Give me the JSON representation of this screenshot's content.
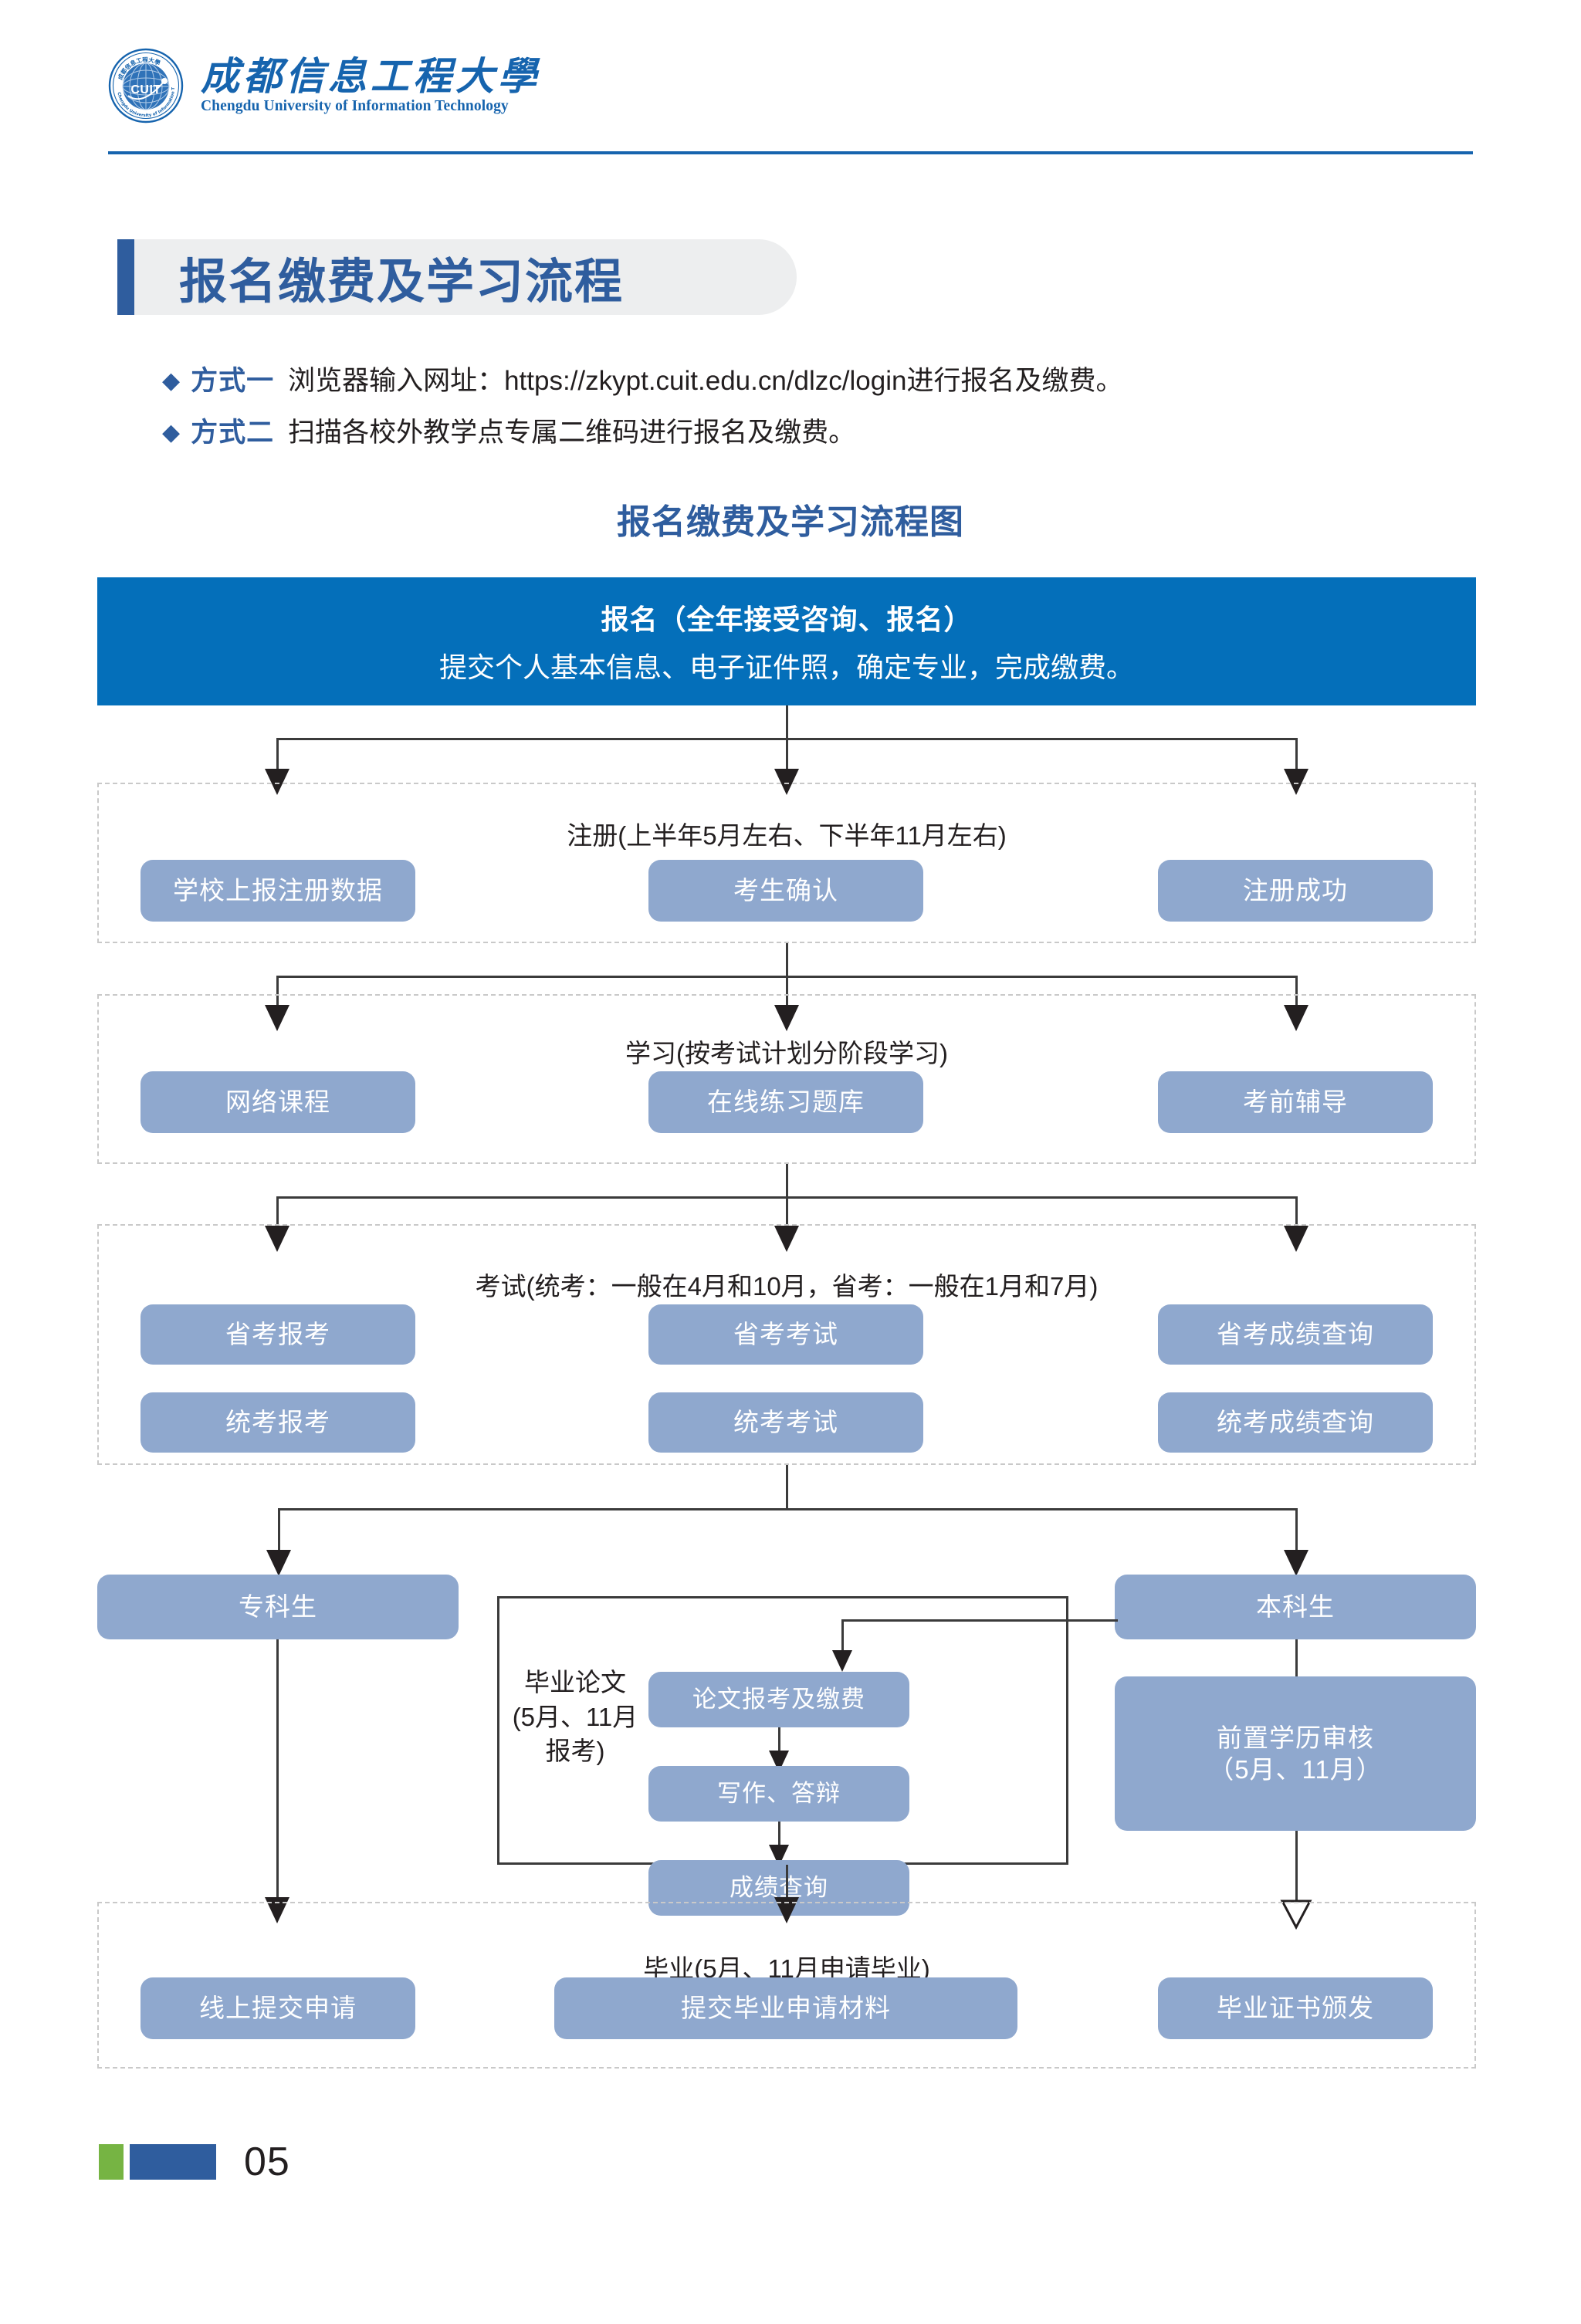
{
  "header": {
    "university_name_cn": "成都信息工程大學",
    "university_name_en": "Chengdu University of Information Technology",
    "seal_abbr": "CUIT"
  },
  "section": {
    "title": "报名缴费及学习流程"
  },
  "methods": [
    {
      "bullet": "diamond-icon",
      "label": "方式一",
      "text": "浏览器输入网址：https://zkypt.cuit.edu.cn/dlzc/login进行报名及缴费。"
    },
    {
      "bullet": "diamond-icon",
      "label": "方式二",
      "text": "扫描各校外教学点专属二维码进行报名及缴费。"
    }
  ],
  "flowchart": {
    "title": "报名缴费及学习流程图",
    "banner": {
      "line1": "报名（全年接受咨询、报名）",
      "line2": "提交个人基本信息、电子证件照，确定专业，完成缴费。"
    },
    "stages": [
      {
        "id": "register",
        "label": "注册(上半年5月左右、下半年11月左右)",
        "nodes": [
          "学校上报注册数据",
          "考生确认",
          "注册成功"
        ]
      },
      {
        "id": "study",
        "label": "学习(按考试计划分阶段学习)",
        "nodes": [
          "网络课程",
          "在线练习题库",
          "考前辅导"
        ]
      },
      {
        "id": "exam",
        "label": "考试(统考：一般在4月和10月，省考：一般在1月和7月)",
        "nodes_row1": [
          "省考报考",
          "省考考试",
          "省考成绩查询"
        ],
        "nodes_row2": [
          "统考报考",
          "统考考试",
          "统考成绩查询"
        ]
      },
      {
        "id": "graduate",
        "label": "毕业(5月、11月申请毕业)",
        "nodes": [
          "线上提交申请",
          "提交毕业申请材料",
          "毕业证书颁发"
        ]
      }
    ],
    "branch": {
      "left_node": "专科生",
      "right_node": "本科生",
      "right_sub_node": "前置学历审核\n（5月、11月）",
      "right_sub_node_line1": "前置学历审核",
      "right_sub_node_line2": "（5月、11月）",
      "thesis_label_line1": "毕业论文",
      "thesis_label_line2": "(5月、11月",
      "thesis_label_line3": "报考)",
      "thesis_nodes": [
        "论文报考及缴费",
        "写作、答辩",
        "成绩查询"
      ]
    }
  },
  "footer": {
    "page_number": "05"
  },
  "colors": {
    "brand_blue": "#1664ae",
    "accent_blue": "#2f5d9e",
    "banner_blue": "#046fba",
    "node_blue": "#8fa8ce",
    "pill_gray": "#edeeef",
    "footer_green": "#76b443",
    "line_dark": "#3b3b3b"
  }
}
